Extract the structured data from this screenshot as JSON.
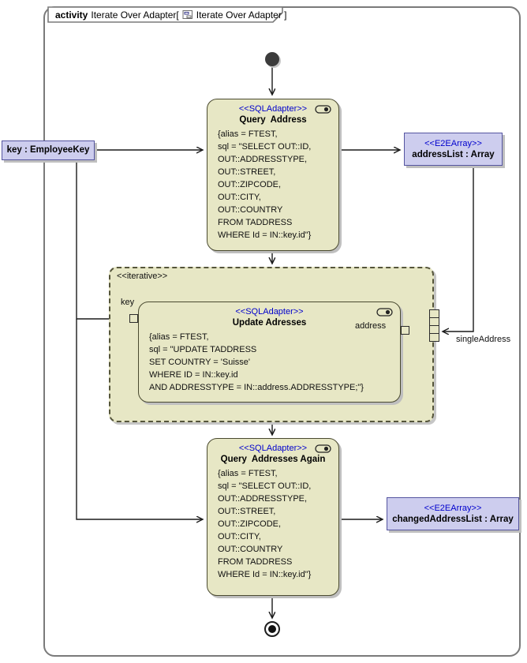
{
  "frame": {
    "keyword": "activity",
    "name": "Iterate Over Adapter[",
    "diagram_ref": "Iterate Over Adapter ]"
  },
  "region": {
    "stereotype": "<<iterative>>"
  },
  "nodes": {
    "query_address": {
      "stereotype": "<<SQLAdapter>>",
      "title": "Query  Address",
      "body": "{alias = FTEST,\nsql = \"SELECT OUT::ID,\nOUT::ADDRESSTYPE,\nOUT::STREET,\nOUT::ZIPCODE,\nOUT::CITY,\nOUT::COUNTRY\nFROM TADDRESS\nWHERE Id = IN::key.id\"}"
    },
    "update_addresses": {
      "stereotype": "<<SQLAdapter>>",
      "title": "Update Adresses",
      "body": "{alias = FTEST,\nsql = \"UPDATE TADDRESS\nSET COUNTRY = 'Suisse'\nWHERE ID = IN::key.id\nAND ADDRESSTYPE = IN::address.ADDRESSTYPE;\"}"
    },
    "query_addresses_again": {
      "stereotype": "<<SQLAdapter>>",
      "title": "Query  Addresses Again",
      "body": "{alias = FTEST,\nsql = \"SELECT OUT::ID,\nOUT::ADDRESSTYPE,\nOUT::STREET,\nOUT::ZIPCODE,\nOUT::CITY,\nOUT::COUNTRY\nFROM TADDRESS\nWHERE Id = IN::key.id\"}"
    },
    "key_param": {
      "label": "key : EmployeeKey"
    },
    "address_list": {
      "stereotype": "<<E2EArray>>",
      "label": "addressList : Array"
    },
    "changed_address_list": {
      "stereotype": "<<E2EArray>>",
      "label": "changedAddressList : Array"
    }
  },
  "pins": {
    "key": "key",
    "address": "address"
  },
  "edge_labels": {
    "single_address": "singleAddress"
  },
  "colors": {
    "node_fill": "#e7e7c5",
    "object_fill": "#cdcdee",
    "stereotype_text": "#0000cd",
    "frame_border": "#7a7a7a",
    "edge": "#1a1a1a"
  }
}
